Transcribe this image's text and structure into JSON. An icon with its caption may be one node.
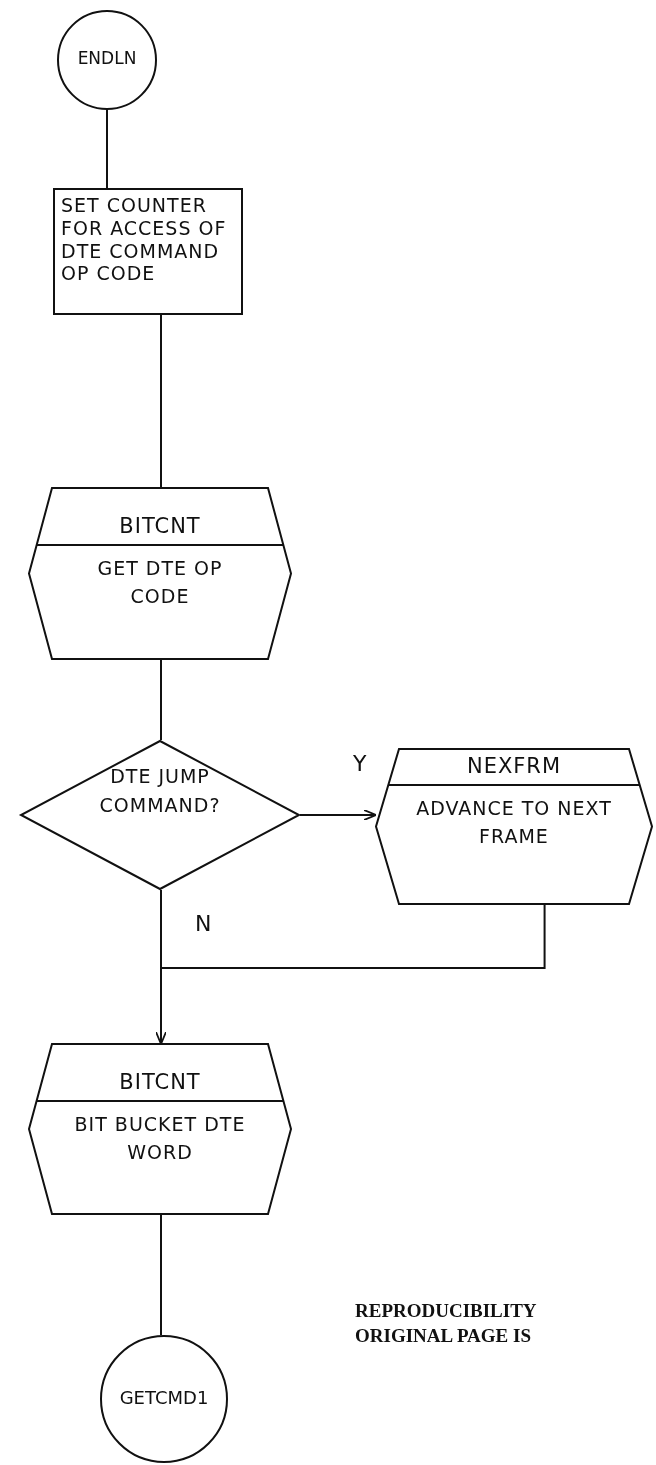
{
  "diagram": {
    "nodes": [
      {
        "text": [
          "ENDLN"
        ]
      },
      {
        "text": [
          "SET COUNTER FOR ACCESS OF DTE COMMAND OP CODE"
        ]
      },
      {
        "text": [
          "BITCNT",
          "GET DTE OP CODE"
        ]
      },
      {
        "text": [
          "DTE JUMP COMMAND?"
        ]
      },
      {
        "text": [
          "NEXFRM",
          "ADVANCE TO NEXT FRAME"
        ]
      },
      {
        "text": [
          "BITCNT",
          "BIT BUCKET DTE WORD"
        ]
      },
      {
        "text": [
          "GETCMD1"
        ]
      }
    ],
    "edges": [
      {
        "from": 0,
        "to": 1,
        "arrow": "none"
      },
      {
        "from": 1,
        "to": 2,
        "arrow": "none"
      },
      {
        "from": 2,
        "to": 3,
        "arrow": "none"
      },
      {
        "from": 3,
        "to": 4,
        "arrow": "to",
        "label": "Y"
      },
      {
        "from": 3,
        "to": 5,
        "arrow": "none",
        "label": "N"
      },
      {
        "from": 4,
        "to": 5,
        "arrow": "to"
      },
      {
        "from": 5,
        "to": 6,
        "arrow": "none"
      }
    ],
    "labels": [
      "REPRODUCIBILITY",
      "ORIGINAL PAGE IS"
    ]
  }
}
